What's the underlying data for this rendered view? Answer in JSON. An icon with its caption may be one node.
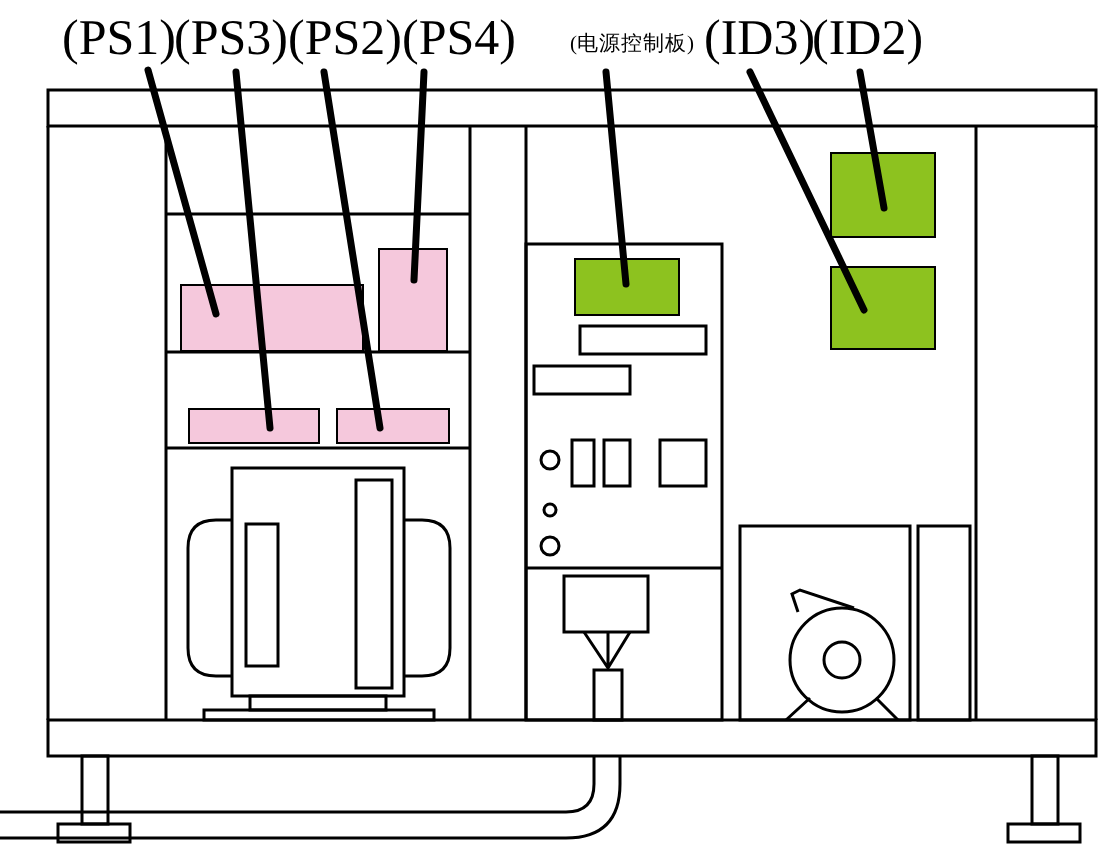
{
  "diagram": {
    "nodes": [
      {
        "text": [
          "(PS1)"
        ]
      },
      {
        "text": [
          "(PS3)"
        ]
      },
      {
        "text": [
          "(PS2)"
        ]
      },
      {
        "text": [
          "(PS4)"
        ]
      },
      {
        "text": [
          "(电源控制板)"
        ]
      },
      {
        "text": [
          "(ID3)"
        ]
      },
      {
        "text": [
          "(ID2)"
        ]
      },
      {
        "text": [],
        "shape": "box"
      },
      {
        "text": [],
        "shape": "box"
      },
      {
        "text": [],
        "shape": "box"
      },
      {
        "text": [],
        "shape": "box"
      },
      {
        "text": [],
        "shape": "box"
      },
      {
        "text": [],
        "shape": "box"
      },
      {
        "text": [],
        "shape": "box"
      }
    ],
    "edges": [
      {
        "from": 0,
        "to": 7,
        "arrow": "none"
      },
      {
        "from": 1,
        "to": 8,
        "arrow": "none"
      },
      {
        "from": 2,
        "to": 9,
        "arrow": "none"
      },
      {
        "from": 3,
        "to": 10,
        "arrow": "none"
      },
      {
        "from": 4,
        "to": 11,
        "arrow": "none"
      },
      {
        "from": 5,
        "to": 12,
        "arrow": "none"
      },
      {
        "from": 6,
        "to": 13,
        "arrow": "none"
      }
    ]
  }
}
